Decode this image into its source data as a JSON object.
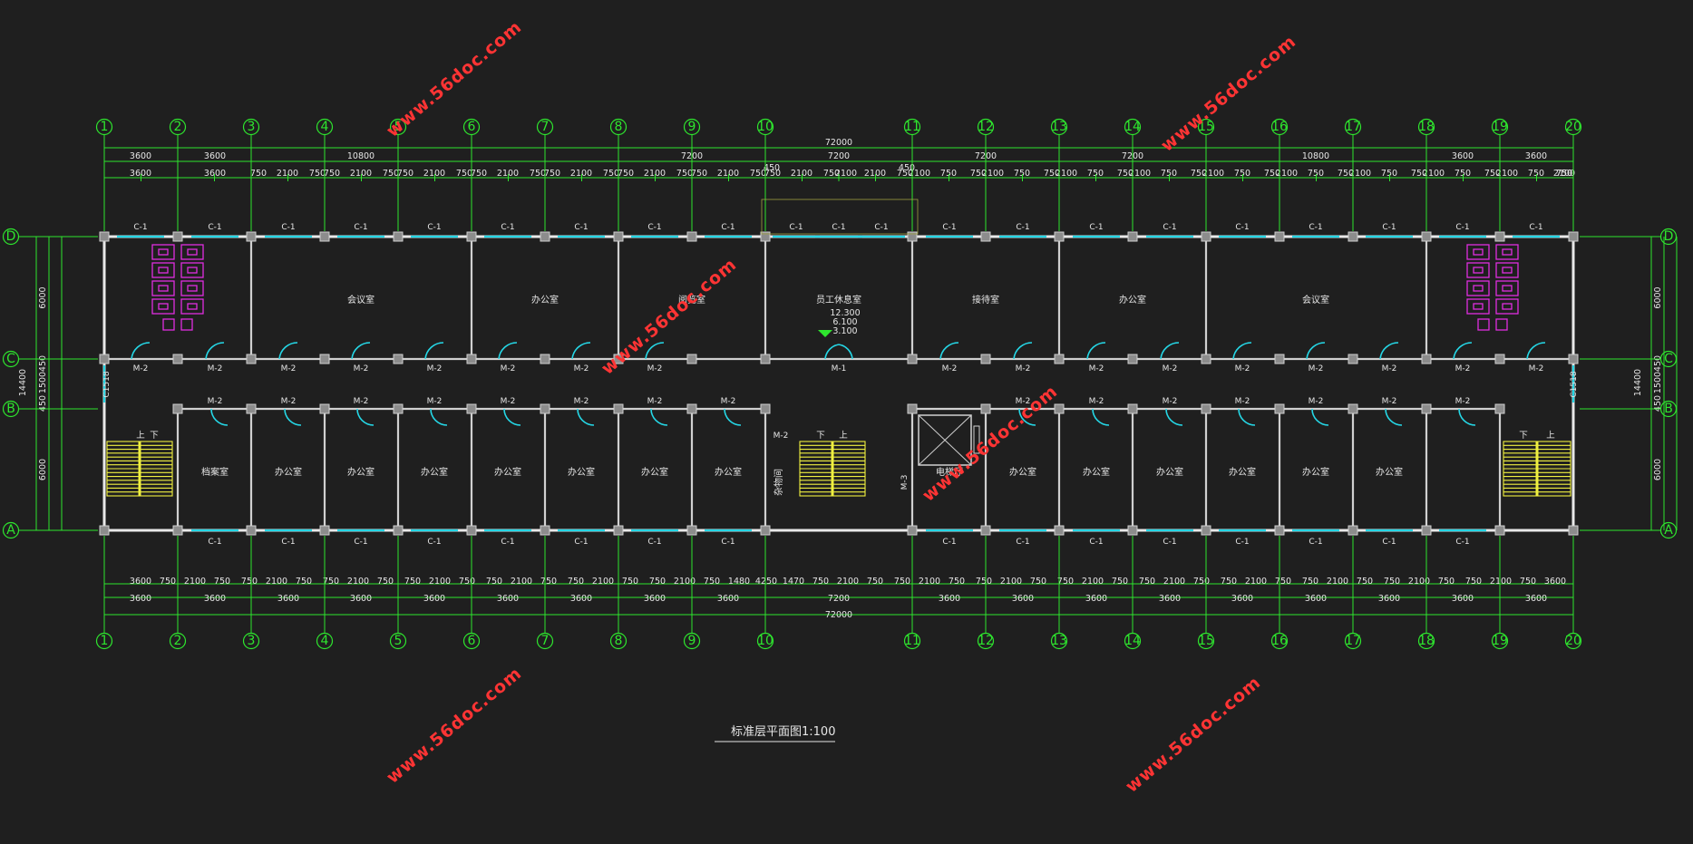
{
  "axes_top": [
    "1",
    "2",
    "3",
    "4",
    "5",
    "6",
    "7",
    "8",
    "9",
    "10",
    "11",
    "12",
    "13",
    "14",
    "15",
    "16",
    "17",
    "18",
    "19",
    "20"
  ],
  "axes_side": [
    "D",
    "C",
    "B",
    "A"
  ],
  "top_dims": {
    "overall": "72000",
    "row2": [
      {
        "t": "3600"
      },
      {
        "t": "3600"
      },
      {
        "t": "10800"
      },
      {
        "t": "7200"
      },
      {
        "t": "7200"
      },
      {
        "t": "7200"
      },
      {
        "t": "7200"
      },
      {
        "t": "10800"
      },
      {
        "t": "3600"
      },
      {
        "t": "3600"
      }
    ],
    "row3": [
      "3600",
      "3600",
      "750",
      "2100",
      "750",
      "750",
      "2100",
      "750",
      "750",
      "2100",
      "750",
      "750",
      "2100",
      "750",
      "750",
      "2100",
      "750",
      "750",
      "2100",
      "750",
      "750",
      "2100",
      "750",
      "750",
      "2100",
      "750",
      "2100",
      "2100",
      "750",
      "2100",
      "750",
      "750",
      "2100",
      "750",
      "750",
      "2100",
      "750",
      "750",
      "2100",
      "750",
      "750",
      "2100",
      "750",
      "750",
      "2100",
      "750",
      "750",
      "2100",
      "750",
      "750",
      "2100",
      "750",
      "750",
      "2100",
      "750",
      "750",
      "2100",
      "750"
    ],
    "extra": [
      "450",
      "450"
    ]
  },
  "bottom_dims": {
    "row1": [
      "3600",
      "750",
      "2100",
      "750",
      "750",
      "2100",
      "750",
      "750",
      "2100",
      "750",
      "750",
      "2100",
      "750",
      "750",
      "2100",
      "750",
      "750",
      "2100",
      "750",
      "750",
      "2100",
      "750",
      "1480",
      "4250",
      "1470",
      "750",
      "2100",
      "750",
      "750",
      "2100",
      "750",
      "750",
      "2100",
      "750",
      "750",
      "2100",
      "750",
      "750",
      "2100",
      "750",
      "750",
      "2100",
      "750",
      "750",
      "2100",
      "750",
      "750",
      "2100",
      "750",
      "750",
      "2100",
      "750",
      "3600"
    ],
    "row2": [
      "3600",
      "3600",
      "3600",
      "3600",
      "3600",
      "3600",
      "3600",
      "3600",
      "3600",
      "7200",
      "3600",
      "3600",
      "3600",
      "3600",
      "3600",
      "3600",
      "3600",
      "3600",
      "3600"
    ],
    "overall": "72000"
  },
  "side_dims": {
    "left": [
      "6000",
      "1500",
      "450",
      "450",
      "6000",
      "14400"
    ],
    "right": [
      "6000",
      "1500",
      "450",
      "450",
      "6000",
      "14400"
    ]
  },
  "windows": {
    "top_label": "C-1",
    "bottom_label": "C-1",
    "side_label": "C1518"
  },
  "doors": {
    "corridor_top": "M-2",
    "main": "M-1",
    "rest": "M-3"
  },
  "rooms": {
    "upper": [
      "会议室",
      "办公室",
      "阅览室",
      "员工休息室",
      "接待室",
      "办公室",
      "会议室"
    ],
    "lower": [
      "档案室",
      "办公室",
      "办公室",
      "办公室",
      "办公室",
      "办公室",
      "办公室",
      "办公室",
      "办公室",
      "办公室",
      "办公室",
      "办公室",
      "办公室",
      "办公室"
    ],
    "storage": "杂物间",
    "elevator_lobby": "电梯厅"
  },
  "elevations": [
    "12.300",
    "6.100",
    "3.100"
  ],
  "stair_marks": [
    "下",
    "上"
  ],
  "title": "标准层平面图",
  "scale": "1:100",
  "watermark": "www.56doc.com",
  "colors": {
    "background": "#1f1f1f",
    "grid": "#2ee62e",
    "wall": "#e8e8e8",
    "window": "#25d7e6",
    "stair": "#f0f040",
    "toilet": "#e02ee0",
    "watermark": "#ff3434"
  }
}
